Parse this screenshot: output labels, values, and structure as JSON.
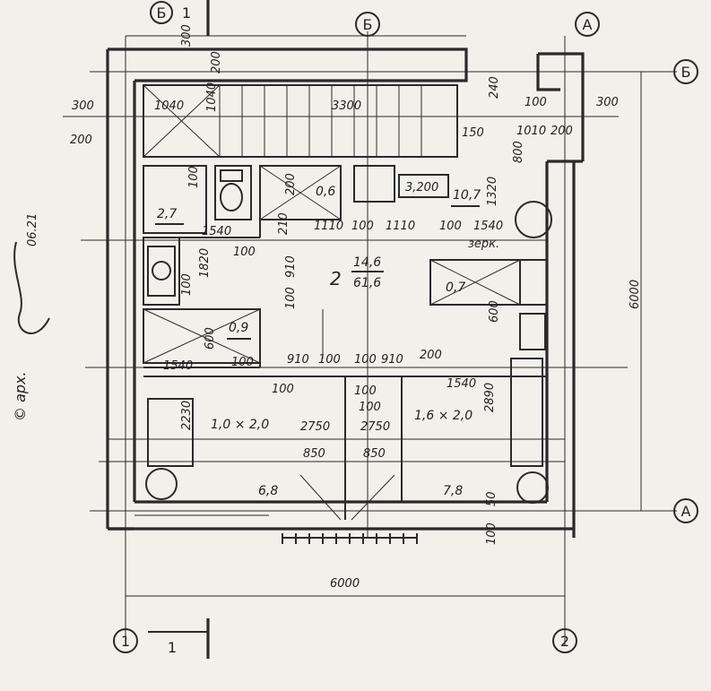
{
  "axes": {
    "a_left": "А",
    "a_right": "А",
    "b_left": "Б",
    "b_right": "Б",
    "one": "1",
    "two": "2",
    "section_top": "Б",
    "section_top_num": "1",
    "section_bottom_num": "1"
  },
  "rooms": {
    "room1": "2,7",
    "room2": "0,6",
    "room3": "10,7",
    "room4": "0,7",
    "room5": "0,9",
    "room6": "6,8",
    "room7": "7,8",
    "floor_num": "2",
    "floor_area_top": "14,6",
    "floor_area_bottom": "61,6"
  },
  "furniture": {
    "bed_left": "1,0 × 2,0",
    "bed_right": "1,6 × 2,0",
    "box": "3,200",
    "mirror": "зерк."
  },
  "dims": {
    "d300_top": "300",
    "d200_top": "200",
    "d300_left": "300",
    "d200_left": "200",
    "d1040": "1040",
    "d1040b": "1040",
    "d3300": "3300",
    "d240": "240",
    "d100_a": "100",
    "d300_right": "300",
    "d150": "150",
    "d1010": "1010",
    "d200_right": "200",
    "d800": "800",
    "d100_wc": "100",
    "d200_wc": "200",
    "d1320": "1320",
    "d1540_a": "1540",
    "d210": "210",
    "d1110_a": "1110",
    "d100_b": "100",
    "d1110_b": "1110",
    "d100_c": "100",
    "d1540_b": "1540",
    "d100_d": "100",
    "d1820": "1820",
    "d910_a": "910",
    "d100_e": "100",
    "d100_f": "100",
    "d600_a": "600",
    "d600_b": "600",
    "d1540_c": "1540",
    "d100_g": "100",
    "d910_b": "910",
    "d100_h": "100",
    "d100_i": "100",
    "d910_c": "910",
    "d200_mid": "200",
    "d100_j": "100",
    "d1540_d": "1540",
    "d100_k": "100",
    "d2890": "2890",
    "d2230": "2230",
    "d100_l": "100",
    "d2750_a": "2750",
    "d2750_b": "2750",
    "d850_a": "850",
    "d850_b": "850",
    "d50": "50",
    "d100_m": "100",
    "d6000_right": "6000",
    "d6000_bottom": "6000"
  },
  "signature": {
    "text": "© арх.",
    "date": "06.21"
  }
}
